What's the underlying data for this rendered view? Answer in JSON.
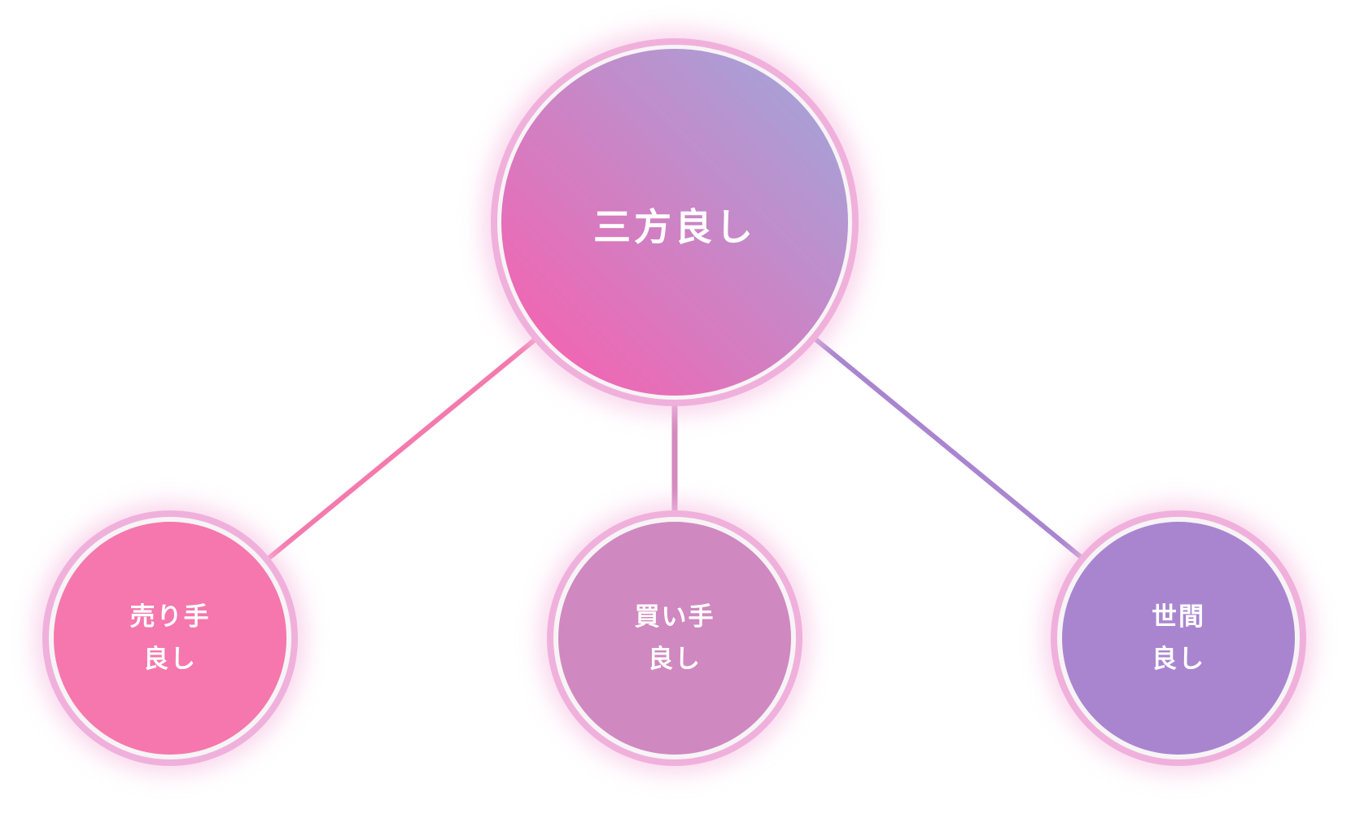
{
  "center": {
    "label": "三方良し"
  },
  "nodes": [
    {
      "line1": "売り手",
      "line2": "良し",
      "color": "#f577ad",
      "line_color": "#f47aae"
    },
    {
      "line1": "買い手",
      "line2": "良し",
      "color": "#d088c0",
      "line_color": "#d48abf"
    },
    {
      "line1": "世間",
      "line2": "良し",
      "color": "#a985d0",
      "line_color": "#a985d0"
    }
  ],
  "colors": {
    "glow": "#f5a9d8",
    "ring": "#ffffff",
    "gradient_start": "#ee68b4",
    "gradient_end": "#a6a2d8"
  }
}
